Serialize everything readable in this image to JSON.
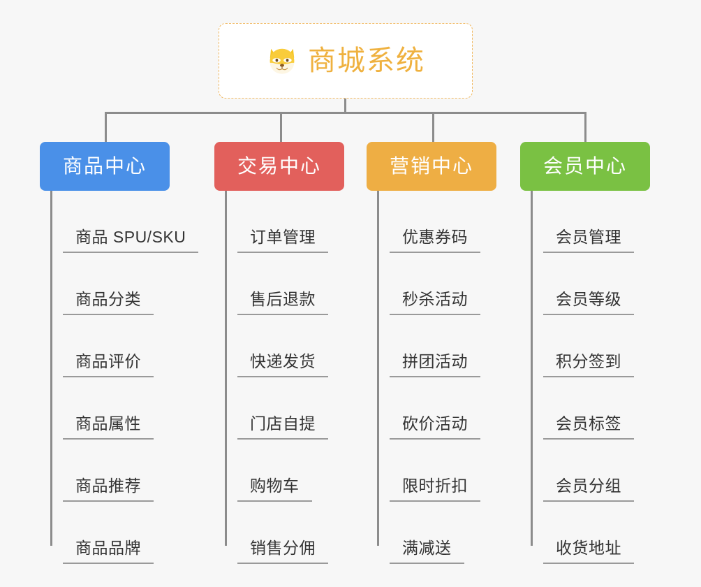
{
  "diagram": {
    "title": "商城系统",
    "root_icon": "shiba-inu-face-icon",
    "background_color": "#f7f7f7",
    "connector_color": "#8c8c8c",
    "root": {
      "label": "商城系统",
      "text_color": "#efb13f",
      "border_color": "#f0b860",
      "background_color": "#ffffff"
    },
    "branches": [
      {
        "label": "商品中心",
        "color": "#4a90e8",
        "items": [
          "商品 SPU/SKU",
          "商品分类",
          "商品评价",
          "商品属性",
          "商品推荐",
          "商品品牌"
        ]
      },
      {
        "label": "交易中心",
        "color": "#e2605c",
        "items": [
          "订单管理",
          "售后退款",
          "快递发货",
          "门店自提",
          "购物车",
          "销售分佣"
        ]
      },
      {
        "label": "营销中心",
        "color": "#eeae44",
        "items": [
          "优惠券码",
          "秒杀活动",
          "拼团活动",
          "砍价活动",
          "限时折扣",
          "满减送"
        ]
      },
      {
        "label": "会员中心",
        "color": "#7ac143",
        "items": [
          "会员管理",
          "会员等级",
          "积分签到",
          "会员标签",
          "会员分组",
          "收货地址"
        ]
      }
    ]
  }
}
